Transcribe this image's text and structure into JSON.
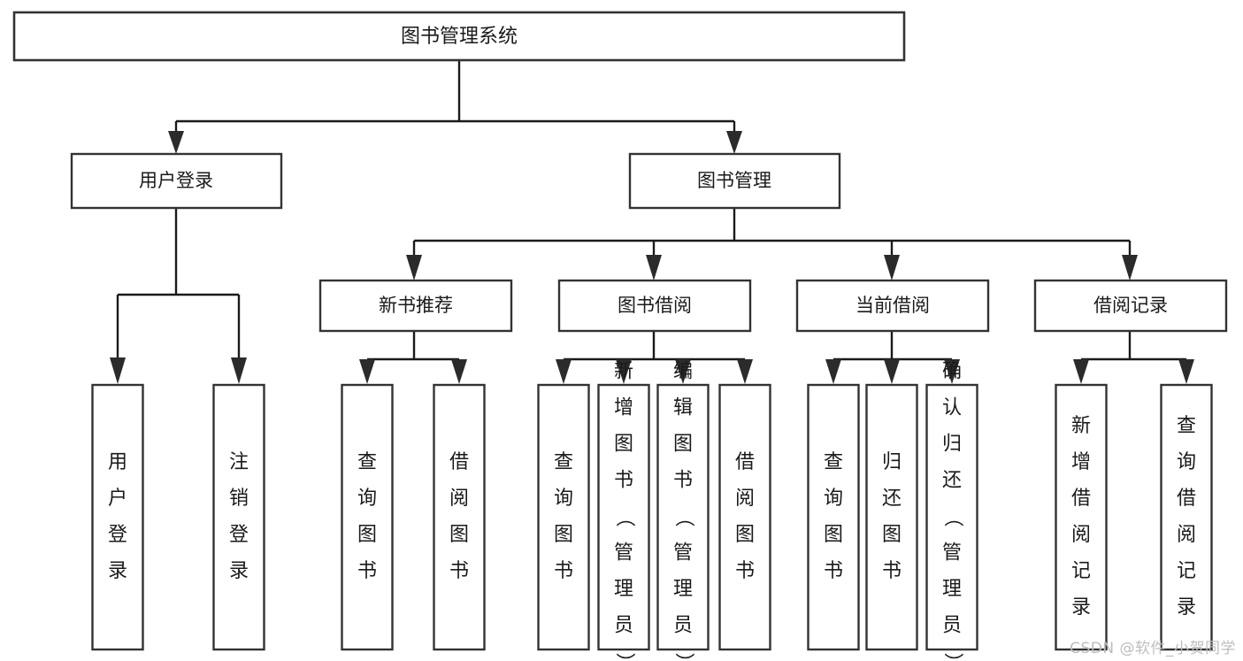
{
  "diagram": {
    "title": "图书管理系统",
    "type": "tree",
    "watermark": "CSDN @软件_小贺同学",
    "colors": {
      "box_stroke": "#333333",
      "box_fill": "#ffffff",
      "line": "#1a1a1a",
      "text": "#1a1a1a",
      "watermark": "#bdbdbd",
      "background": "#ffffff"
    },
    "root": {
      "label": "图书管理系统"
    },
    "level2": [
      {
        "id": "user-login",
        "label": "用户登录"
      },
      {
        "id": "book-manage",
        "label": "图书管理"
      }
    ],
    "level3": [
      {
        "id": "new-book-recommend",
        "label": "新书推荐",
        "parent": "book-manage"
      },
      {
        "id": "book-borrow",
        "label": "图书借阅",
        "parent": "book-manage"
      },
      {
        "id": "current-borrow",
        "label": "当前借阅",
        "parent": "book-manage"
      },
      {
        "id": "borrow-record",
        "label": "借阅记录",
        "parent": "book-manage"
      }
    ],
    "leaves": {
      "user-login": [
        {
          "id": "leaf-user-login",
          "label": "用户登录"
        },
        {
          "id": "leaf-user-logout",
          "label": "注销登录"
        }
      ],
      "new-book-recommend": [
        {
          "id": "leaf-query-book-1",
          "label": "查询图书"
        },
        {
          "id": "leaf-borrow-book-1",
          "label": "借阅图书"
        }
      ],
      "book-borrow": [
        {
          "id": "leaf-query-book-2",
          "label": "查询图书"
        },
        {
          "id": "leaf-add-book",
          "label": "新增图书（管理员）"
        },
        {
          "id": "leaf-edit-book",
          "label": "编辑图书（管理员）"
        },
        {
          "id": "leaf-borrow-book-2",
          "label": "借阅图书"
        }
      ],
      "current-borrow": [
        {
          "id": "leaf-query-book-3",
          "label": "查询图书"
        },
        {
          "id": "leaf-return-book",
          "label": "归还图书"
        },
        {
          "id": "leaf-confirm-return",
          "label": "确认归还（管理员）"
        }
      ],
      "borrow-record": [
        {
          "id": "leaf-add-record",
          "label": "新增借阅记录"
        },
        {
          "id": "leaf-query-record",
          "label": "查询借阅记录"
        }
      ]
    }
  }
}
